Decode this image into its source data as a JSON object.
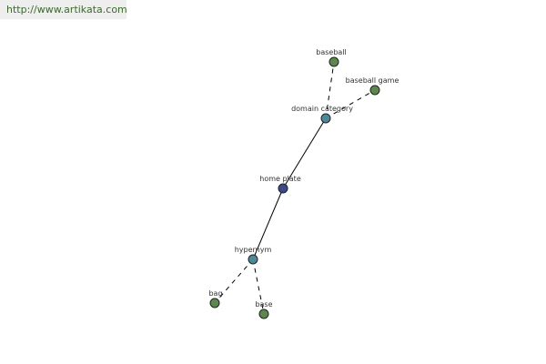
{
  "watermark": "http://www.artikata.com",
  "graph": {
    "nodes": [
      {
        "id": "baseball",
        "label": "baseball",
        "color": "#5a8a4a"
      },
      {
        "id": "baseball-game",
        "label": "baseball game",
        "color": "#5a8a4a"
      },
      {
        "id": "domain-category",
        "label": "domain category",
        "color": "#4a8a9a"
      },
      {
        "id": "home-plate",
        "label": "home plate",
        "color": "#3a4a8a"
      },
      {
        "id": "hypernym",
        "label": "hypernym",
        "color": "#4a8a9a"
      },
      {
        "id": "bag",
        "label": "bag",
        "color": "#5a8a4a"
      },
      {
        "id": "base",
        "label": "base",
        "color": "#5a8a4a"
      }
    ],
    "edges": [
      {
        "from": "home-plate",
        "to": "domain-category",
        "style": "solid"
      },
      {
        "from": "home-plate",
        "to": "hypernym",
        "style": "solid"
      },
      {
        "from": "domain-category",
        "to": "baseball",
        "style": "dashed"
      },
      {
        "from": "domain-category",
        "to": "baseball-game",
        "style": "dashed"
      },
      {
        "from": "hypernym",
        "to": "bag",
        "style": "dashed"
      },
      {
        "from": "hypernym",
        "to": "base",
        "style": "dashed"
      }
    ]
  }
}
